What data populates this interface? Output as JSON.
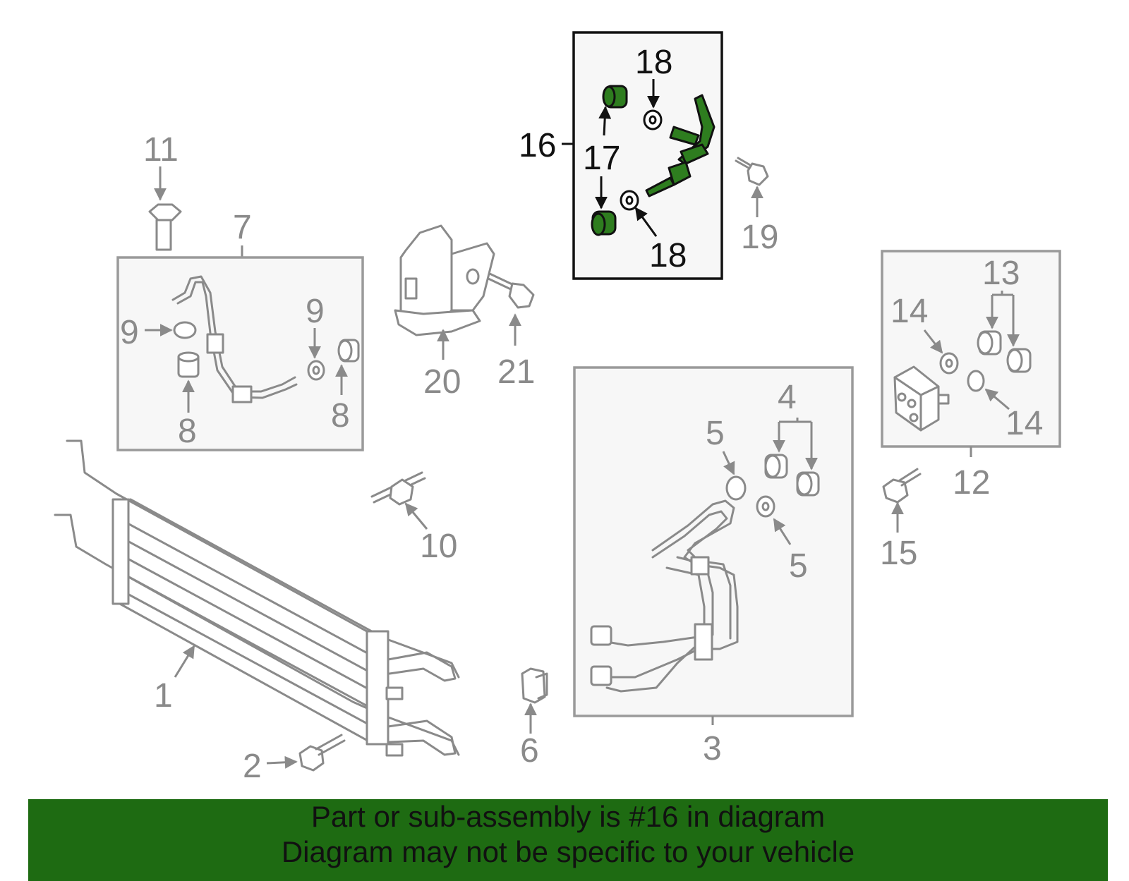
{
  "callouts": {
    "c1": "1",
    "c2": "2",
    "c3": "3",
    "c4": "4",
    "c5a": "5",
    "c5b": "5",
    "c6": "6",
    "c7": "7",
    "c8a": "8",
    "c8b": "8",
    "c9a": "9",
    "c9b": "9",
    "c10": "10",
    "c11": "11",
    "c12": "12",
    "c13": "13",
    "c14a": "14",
    "c14b": "14",
    "c15": "15",
    "c16": "16",
    "c17": "17",
    "c18a": "18",
    "c18b": "18",
    "c19": "19",
    "c20": "20",
    "c21": "21"
  },
  "highlight": {
    "part_number": "16",
    "color": "#2e7d1f",
    "banner_color": "#1e6b12"
  },
  "footer": {
    "line1": "Part or sub-assembly is #16 in diagram",
    "line2": "Diagram may not be specific to your vehicle"
  }
}
